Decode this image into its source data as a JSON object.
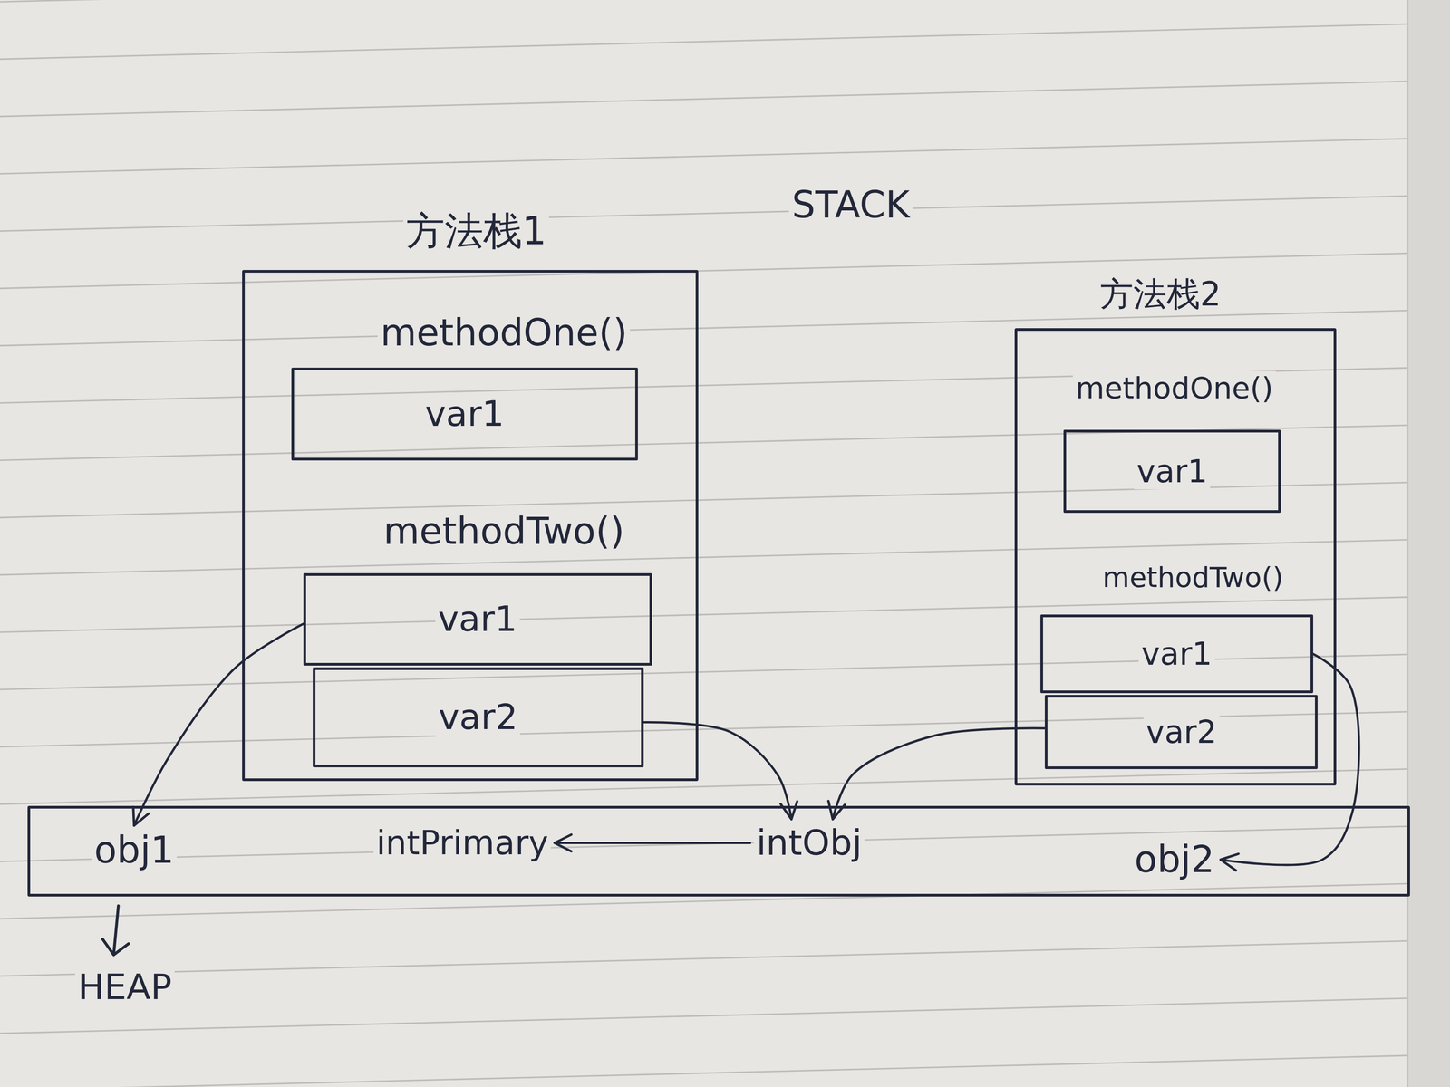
{
  "diagram": {
    "nodes": [
      {
        "text": [
          "方法栈1",
          "methodOne()",
          "methodTwo()"
        ]
      },
      {
        "text": [
          "var1"
        ],
        "in": 0
      },
      {
        "text": [
          "var1"
        ],
        "in": 0
      },
      {
        "text": [
          "var2"
        ],
        "in": 0
      },
      {
        "text": [
          "方法栈2",
          "methodOne()",
          "methodTwo()"
        ]
      },
      {
        "text": [
          "var1"
        ],
        "in": 4
      },
      {
        "text": [
          "var1"
        ],
        "in": 4
      },
      {
        "text": [
          "var2"
        ],
        "in": 4
      },
      {
        "text": [
          "HEAP"
        ]
      },
      {
        "text": [
          "obj1"
        ],
        "in": 8
      },
      {
        "text": [
          "intPrimary"
        ],
        "in": 8
      },
      {
        "text": [
          "intObj"
        ],
        "in": 8
      },
      {
        "text": [
          "obj2"
        ],
        "in": 8
      }
    ],
    "edges": [
      {
        "from": 2,
        "to": 9,
        "arrow": "to"
      },
      {
        "from": 3,
        "to": 11,
        "arrow": "to"
      },
      {
        "from": 7,
        "to": 11,
        "arrow": "to"
      },
      {
        "from": 6,
        "to": 12,
        "arrow": "to"
      },
      {
        "from": 11,
        "to": 10,
        "arrow": "to"
      }
    ],
    "labels": [
      "STACK"
    ]
  }
}
